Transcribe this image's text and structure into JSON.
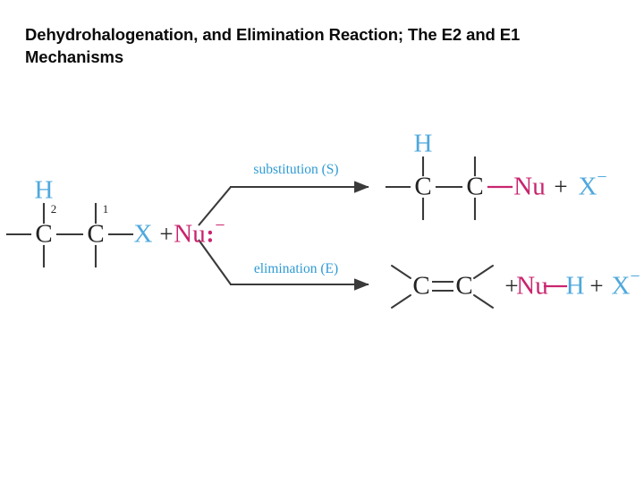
{
  "slide": {
    "title": "Dehydrohalogenation, and Elimination Reaction; The E2 and E1 Mechanisms",
    "background_color": "#ffffff"
  },
  "colors": {
    "halogen_blue": "#4fa8dd",
    "nucleophile_pink": "#c9256e",
    "label_blue": "#2f9bd4",
    "bond_dark": "#3a3a3a",
    "text_black": "#0a0a0a"
  },
  "reaction_scheme": {
    "reactants": {
      "substrate": {
        "c2_label": "C",
        "c1_label": "C",
        "c2_number": "2",
        "c1_number": "1",
        "hydrogen_label": "H",
        "leaving_group_label": "X"
      },
      "plus_sign": "+",
      "nucleophile": {
        "label": "Nu",
        "lone_pair": ":",
        "charge": "−"
      }
    },
    "pathways": [
      {
        "name": "substitution",
        "label": "substitution (S)",
        "product": {
          "c2_label": "C",
          "c1_label": "C",
          "hydrogen_label": "H",
          "nucleophile_label": "Nu",
          "plus_sign": "+",
          "byproduct_label": "X",
          "byproduct_charge": "−"
        }
      },
      {
        "name": "elimination",
        "label": "elimination (E)",
        "product": {
          "alkene_c_left": "C",
          "alkene_c_right": "C",
          "plus_sign_1": "+",
          "conjugate_acid_nu": "Nu",
          "conjugate_acid_h": "H",
          "plus_sign_2": "+",
          "byproduct_label": "X",
          "byproduct_charge": "−"
        }
      }
    ]
  }
}
